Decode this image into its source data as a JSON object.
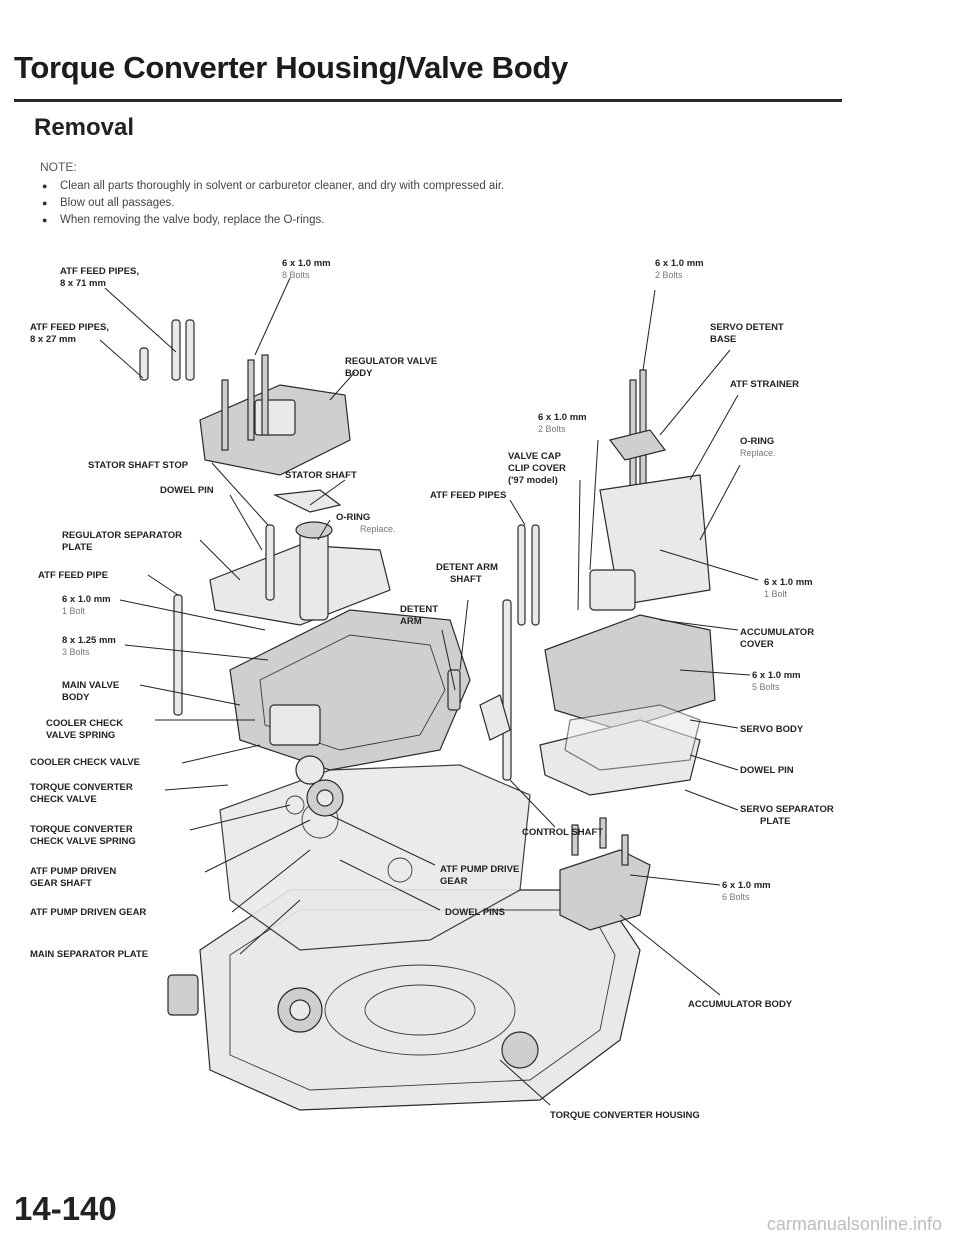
{
  "header": {
    "title": "Torque Converter Housing/Valve Body",
    "section": "Removal"
  },
  "notes": {
    "heading": "NOTE:",
    "items": [
      "Clean all parts thoroughly in solvent or carburetor cleaner, and dry with compressed air.",
      "Blow out all passages.",
      "When removing the valve body, replace the O-rings."
    ]
  },
  "labels": {
    "atf_feed_pipes_71": "ATF FEED PIPES,",
    "atf_feed_pipes_71_sub": "8 x 71 mm",
    "atf_feed_pipes_27": "ATF FEED PIPES,",
    "atf_feed_pipes_27_sub": "8 x 27 mm",
    "bolts_8_spec": "6 x 1.0 mm",
    "bolts_8_count": "8 Bolts",
    "bolts_2_top_spec": "6 x 1.0 mm",
    "bolts_2_top_count": "2 Bolts",
    "servo_detent_base_1": "SERVO DETENT",
    "servo_detent_base_2": "BASE",
    "atf_strainer": "ATF STRAINER",
    "regulator_valve_body_1": "REGULATOR VALVE",
    "regulator_valve_body_2": "BODY",
    "bolts_2_mid_spec": "6 x 1.0 mm",
    "bolts_2_mid_count": "2 Bolts",
    "oring_right": "O-RING",
    "oring_right_sub": "Replace.",
    "valve_cap_1": "VALVE CAP",
    "valve_cap_2": "CLIP COVER",
    "valve_cap_3": "('97 model)",
    "stator_shaft_stop": "STATOR SHAFT STOP",
    "stator_shaft": "STATOR SHAFT",
    "atf_feed_pipes_mid": "ATF FEED PIPES",
    "dowel_pin_left": "DOWEL PIN",
    "oring_left": "O-RING",
    "oring_left_sub": "Replace.",
    "regulator_sep_1": "REGULATOR SEPARATOR",
    "regulator_sep_2": "PLATE",
    "detent_arm_shaft_1": "DETENT ARM",
    "detent_arm_shaft_2": "SHAFT",
    "atf_feed_pipe": "ATF FEED PIPE",
    "bolt_1_right_spec": "6 x 1.0 mm",
    "bolt_1_right_count": "1 Bolt",
    "bolt_1_left_spec": "6 x 1.0 mm",
    "bolt_1_left_count": "1 Bolt",
    "detent_arm_1": "DETENT",
    "detent_arm_2": "ARM",
    "bolts_125_spec": "8 x 1.25 mm",
    "bolts_125_count": "3 Bolts",
    "accumulator_cover_1": "ACCUMULATOR",
    "accumulator_cover_2": "COVER",
    "main_valve_body_1": "MAIN VALVE",
    "main_valve_body_2": "BODY",
    "bolts_5_spec": "6 x 1.0 mm",
    "bolts_5_count": "5 Bolts",
    "cooler_check_spring_1": "COOLER CHECK",
    "cooler_check_spring_2": "VALVE SPRING",
    "servo_body": "SERVO BODY",
    "cooler_check_valve": "COOLER CHECK VALVE",
    "dowel_pin_right": "DOWEL PIN",
    "tc_check_valve_1": "TORQUE CONVERTER",
    "tc_check_valve_2": "CHECK VALVE",
    "servo_sep_1": "SERVO SEPARATOR",
    "servo_sep_2": "PLATE",
    "tc_check_spring_1": "TORQUE CONVERTER",
    "tc_check_spring_2": "CHECK VALVE SPRING",
    "control_shaft": "CONTROL SHAFT",
    "pump_driven_shaft_1": "ATF PUMP DRIVEN",
    "pump_driven_shaft_2": "GEAR SHAFT",
    "pump_drive_gear_1": "ATF PUMP DRIVE",
    "pump_drive_gear_2": "GEAR",
    "bolts_6_spec": "6 x 1.0 mm",
    "bolts_6_count": "6 Bolts",
    "pump_driven_gear": "ATF PUMP DRIVEN GEAR",
    "dowel_pins": "DOWEL PINS",
    "main_sep_plate": "MAIN SEPARATOR PLATE",
    "accumulator_body": "ACCUMULATOR BODY",
    "tc_housing": "TORQUE CONVERTER HOUSING"
  },
  "footer": {
    "page_number": "14-140",
    "watermark": "carmanualsonline.info"
  }
}
